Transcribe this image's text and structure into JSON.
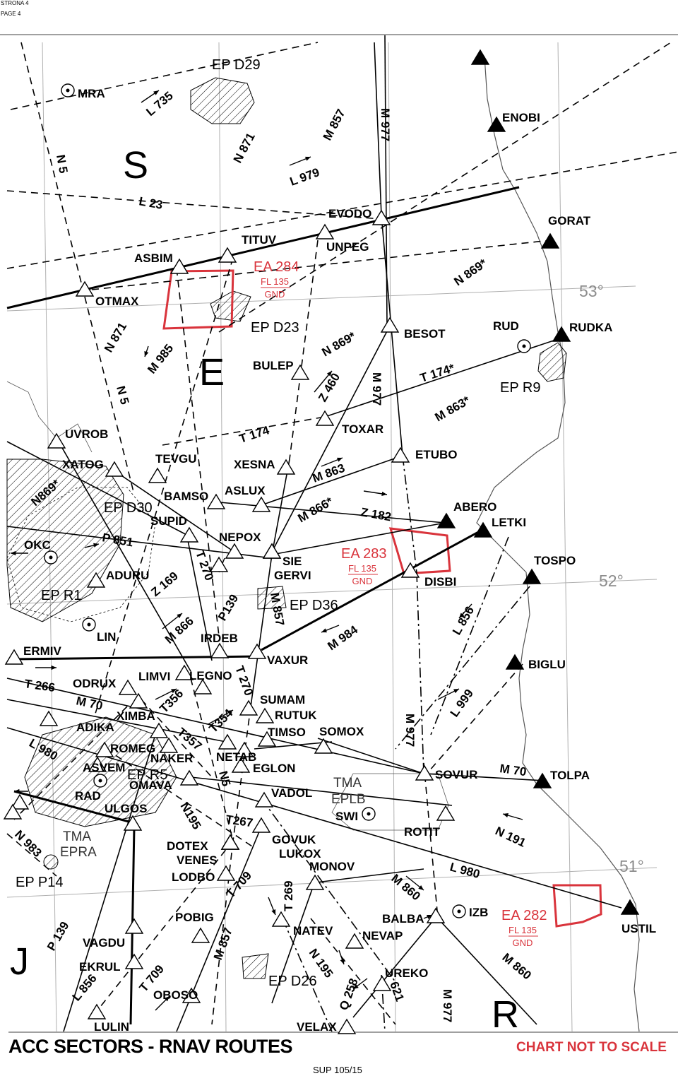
{
  "header": {
    "line1": "STRONA 4",
    "line2": "PAGE 4"
  },
  "footer": {
    "title": "ACC SECTORS - RNAV ROUTES",
    "note": "CHART NOT TO SCALE",
    "ref": "SUP 105/15"
  },
  "colors": {
    "ink": "#000000",
    "restricted": "#d9343c",
    "graticule": "#b0b0b0",
    "border": "#555555"
  },
  "sectors": [
    "S",
    "E",
    "J",
    "R"
  ],
  "latitudes": [
    "53°",
    "52°",
    "51°"
  ],
  "navaids": [
    "MRA",
    "RUD",
    "OKC",
    "LIN",
    "RAD",
    "SWI",
    "IZB"
  ],
  "reporting_points_compulsory": [
    "ENOBI",
    "GORAT",
    "RUDKA",
    "ABERO",
    "LETKI",
    "TOSPO",
    "BIGLU",
    "TOLPA",
    "USTIL"
  ],
  "reporting_points_on_request": [
    "OTMAX",
    "ASBIM",
    "TITUV",
    "EVODO",
    "UNPEG",
    "BESOT",
    "BULEP",
    "TOXAR",
    "ETUBO",
    "UVROB",
    "XATOG",
    "TEVGU",
    "XESNA",
    "ASLUX",
    "BAMSO",
    "SUPID",
    "NEPOX",
    "SIE",
    "GERVI",
    "ADURU",
    "DISBI",
    "IRDEB",
    "VAXUR",
    "ERMIV",
    "ODRUX",
    "LIMVI",
    "LEGNO",
    "SUMAM",
    "RUTUK",
    "XIMBA",
    "ADIKA",
    "TIMSO",
    "SOMOX",
    "ROMEG",
    "NAKER",
    "NETAB",
    "EGLON",
    "ASVEM",
    "OMAVA",
    "SOVUR",
    "VADOL",
    "ULGOS",
    "GOVUK",
    "ROTIT",
    "DOTEX",
    "VENES",
    "LUKOX",
    "MONOV",
    "LODBO",
    "POBIG",
    "NATEV",
    "BALBA",
    "NEVAP",
    "VAGDU",
    "EKRUL",
    "UREKO",
    "OBOSO",
    "LULIN",
    "VELAX"
  ],
  "routes": [
    "L 735",
    "N 5",
    "N 871",
    "M 857",
    "M 977",
    "L 979",
    "L 23",
    "N 869*",
    "M 985",
    "Z 460",
    "T 174*",
    "M 863*",
    "T 174",
    "M 863",
    "M 866*",
    "Z 182",
    "N869*",
    "P 851",
    "T 270",
    "Z 169",
    "P139",
    "M 866",
    "M 984",
    "L 856",
    "T 266",
    "M 70",
    "T356",
    "T354",
    "T357",
    "L 980",
    "N5",
    "N195",
    "T267",
    "T 709",
    "T 269",
    "N 195",
    "Q 258",
    "621",
    "M 860",
    "N 191",
    "L 999",
    "P 139",
    "L 856",
    "T 709",
    "N 983"
  ],
  "areas": {
    "danger": [
      "EP D29",
      "EP D23",
      "EP D30",
      "EP D36",
      "EP D26"
    ],
    "restricted": [
      "EP R9",
      "EP R1",
      "EP R5"
    ],
    "prohibited": [
      "EP P14"
    ],
    "tma": [
      [
        "TMA",
        "EPLB"
      ],
      [
        "TMA",
        "EPRA"
      ]
    ],
    "ea": [
      {
        "name": "EA 284",
        "upper": "FL 135",
        "lower": "GND"
      },
      {
        "name": "EA 283",
        "upper": "FL 135",
        "lower": "GND"
      },
      {
        "name": "EA 282",
        "upper": "FL 135",
        "lower": "GND"
      }
    ]
  }
}
